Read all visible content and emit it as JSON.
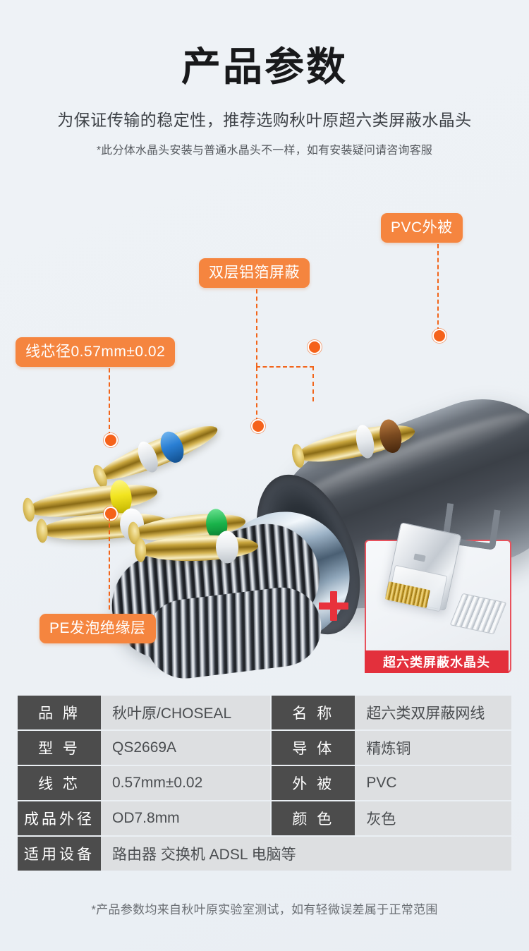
{
  "header": {
    "title": "产品参数",
    "subtitle": "为保证传输的稳定性，推荐选购秋叶原超六类屏蔽水晶头",
    "note": "*此分体水晶头安装与普通水晶头不一样，如有安装疑问请咨询客服"
  },
  "diagram": {
    "callouts": [
      {
        "id": "pvc-jacket",
        "label": "PVC外被"
      },
      {
        "id": "double-foil-shield",
        "label": "双层铝箔屏蔽"
      },
      {
        "id": "core-diameter",
        "label": "线芯径0.57mm±0.02"
      },
      {
        "id": "pe-foam-insulation",
        "label": "PE发泡绝缘层"
      }
    ],
    "plus_symbol": "+",
    "connector": {
      "caption": "超六类屏蔽水晶头"
    },
    "wire_colors": [
      "#2a7fd4",
      "#7a4a20",
      "#f2e41f",
      "#ffffff",
      "#19b34a",
      "#ffffff",
      "#ffffff",
      "#ffffff"
    ]
  },
  "spec_table": {
    "rows": [
      {
        "left_key": "品 牌",
        "left_value": "秋叶原/CHOSEAL",
        "right_key": "名 称",
        "right_value": "超六类双屏蔽网线"
      },
      {
        "left_key": "型 号",
        "left_value": "QS2669A",
        "right_key": "导 体",
        "right_value": "精炼铜"
      },
      {
        "left_key": "线 芯",
        "left_value": "0.57mm±0.02",
        "right_key": "外 被",
        "right_value": "PVC"
      },
      {
        "left_key": "成品外径",
        "left_value": "OD7.8mm",
        "right_key": "颜 色",
        "right_value": "灰色"
      }
    ],
    "full_row": {
      "key": "适用设备",
      "value": "路由器 交换机 ADSL 电脑等"
    }
  },
  "footnote": "*产品参数均来自秋叶原实验室测试，如有轻微误差属于正常范围",
  "colors": {
    "background": "#eef2f6",
    "badge_orange": "#f5853f",
    "leader_orange": "#f2651a",
    "table_key_bg": "#4c4c4c",
    "table_value_bg": "#dddfe1",
    "accent_red": "#e3303c"
  }
}
